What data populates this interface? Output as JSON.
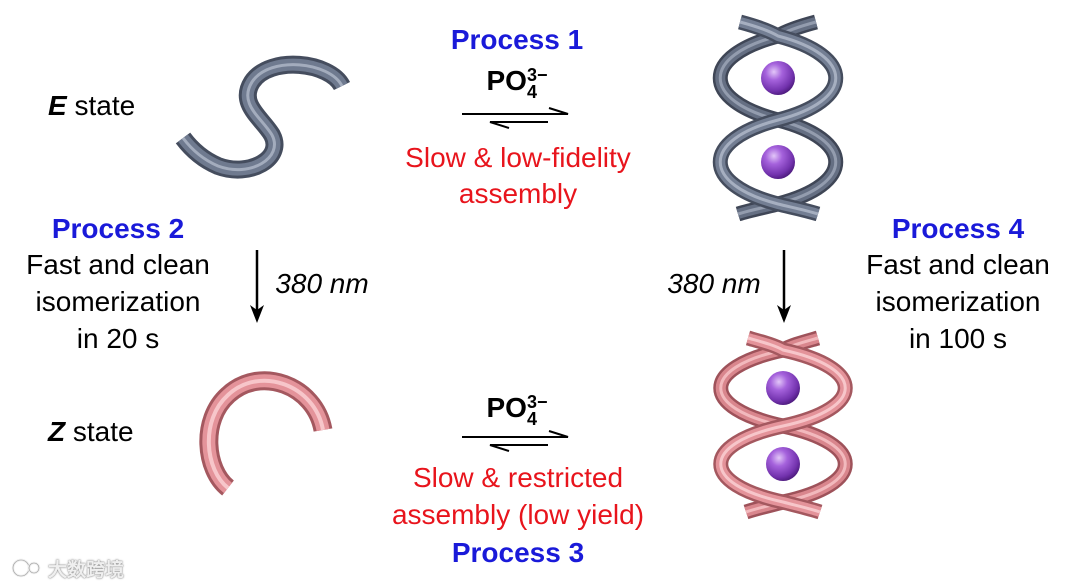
{
  "diagram": {
    "states": {
      "e": {
        "letter": "E",
        "word": "state"
      },
      "z": {
        "letter": "Z",
        "word": "state"
      }
    },
    "top_reaction": {
      "process": "Process 1",
      "reagent": {
        "base": "PO",
        "sub": "4",
        "sup": "3−"
      },
      "description": [
        "Slow & low-fidelity",
        "assembly"
      ]
    },
    "bottom_reaction": {
      "process": "Process 3",
      "reagent": {
        "base": "PO",
        "sub": "4",
        "sup": "3−"
      },
      "description": [
        "Slow & restricted",
        "assembly (low yield)"
      ]
    },
    "left_isomerization": {
      "process": "Process 2",
      "wavelength": "380 nm",
      "description": [
        "Fast and clean",
        "isomerization",
        "in 20 s"
      ]
    },
    "right_isomerization": {
      "process": "Process 4",
      "wavelength": "380 nm",
      "description": [
        "Fast and clean",
        "isomerization",
        "in 100 s"
      ]
    },
    "colors": {
      "process_label": "#1a1ad9",
      "condition_text": "#e8141c",
      "e_strand": "#6f7a8f",
      "z_strand": "#e4939a",
      "anion": "#9b55d6"
    },
    "watermark": "大数跨境"
  }
}
